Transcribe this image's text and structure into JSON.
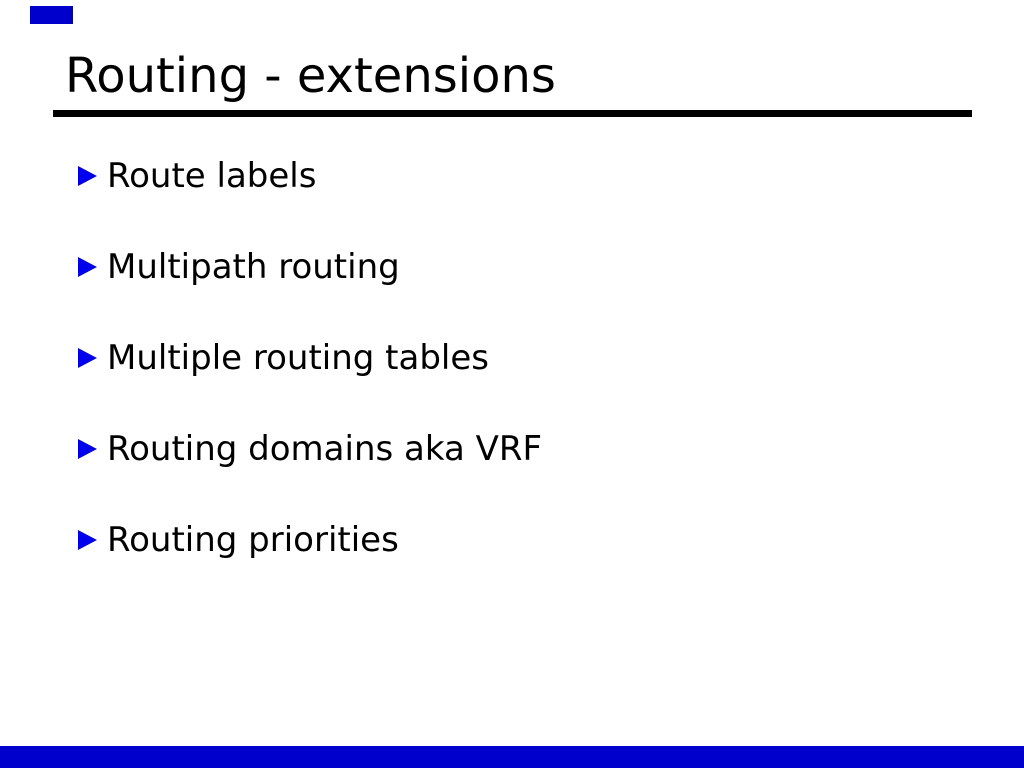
{
  "slide": {
    "title": "Routing - extensions",
    "bullets": [
      {
        "text": "Route labels"
      },
      {
        "text": "Multipath routing"
      },
      {
        "text": "Multiple routing tables"
      },
      {
        "text": "Routing domains aka VRF"
      },
      {
        "text": "Routing priorities"
      }
    ],
    "colors": {
      "background": "#ffffff",
      "text": "#000000",
      "title_rule": "#000000",
      "bullet_triangle_blue": "#0000ee",
      "decoration_blue": "#0000cc"
    }
  }
}
